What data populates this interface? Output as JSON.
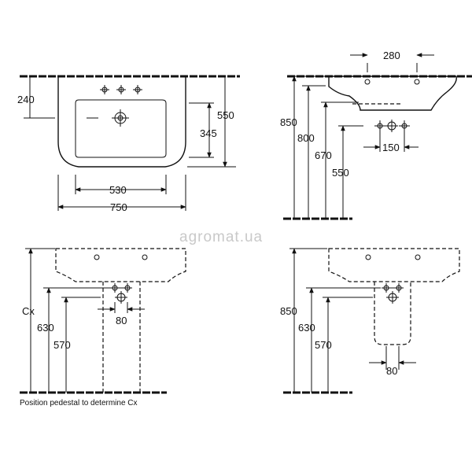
{
  "watermark": "agromat.ua",
  "note": "Position pedestal to determine Cx",
  "top_view": {
    "depth": "240",
    "total_height": "550",
    "bowl_height": "345",
    "bowl_width": "530",
    "total_width": "750"
  },
  "side_view": {
    "overflow_spacing": "280",
    "height_total": "850",
    "height_bottom": "800",
    "height_tap": "670",
    "height_drain": "550",
    "tap_spacing": "150"
  },
  "pedestal_view": {
    "height_variable": "Cx",
    "height_tap": "630",
    "height_drain": "570",
    "drain_width": "80"
  },
  "semi_pedestal_view": {
    "height_total": "850",
    "height_tap": "630",
    "height_drain": "570",
    "drain_width": "80"
  }
}
